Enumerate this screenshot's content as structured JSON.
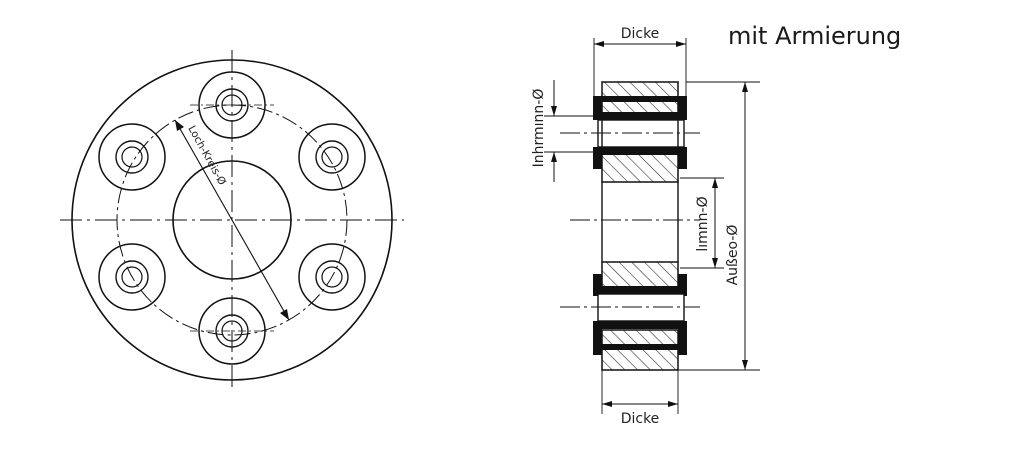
{
  "title": "mit Armierung",
  "labels": {
    "dicke_top": "Dicke",
    "dicke_bottom": "Dicke",
    "innen_bolt": "Inhrmınn-Ø",
    "innen_center": "lımnn-Ø",
    "aussen": "Außeo-Ø",
    "lochkreis": "Loch-Kreis-Ø"
  },
  "colors": {
    "line": "#111111",
    "hatch": "#333333",
    "background": "#ffffff"
  }
}
